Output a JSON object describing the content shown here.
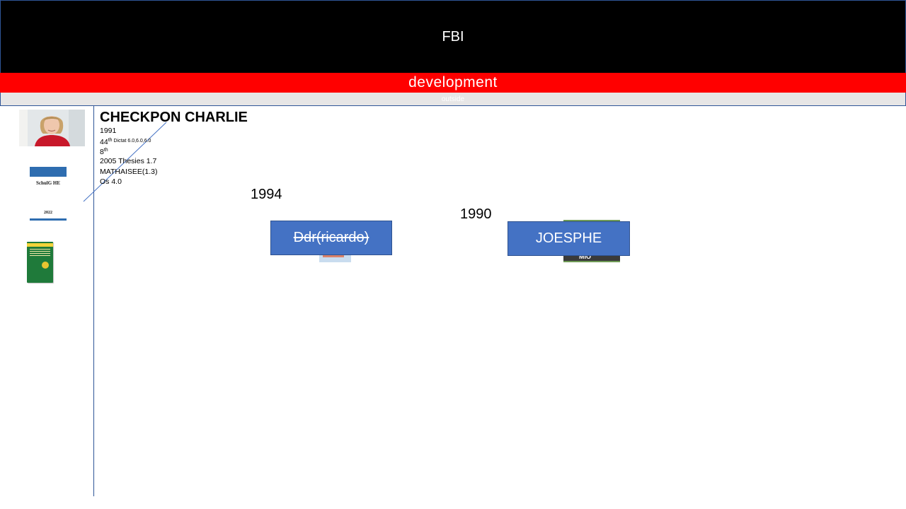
{
  "header": {
    "title": "FBI",
    "subtitle": "development",
    "sub_band": "outside"
  },
  "colors": {
    "title_band": "#000000",
    "subtitle_band": "#ff0000",
    "sub_band": "#e7e6e6",
    "box_fill": "#4472c4",
    "accent_line": "#2f5597"
  },
  "sidebar": {
    "images": [
      {
        "name": "portrait-photo"
      },
      {
        "name": "book-cover-schulg-he",
        "title": "SchulG HE",
        "year": "2022"
      },
      {
        "name": "book-cover-green"
      }
    ]
  },
  "content": {
    "heading": "CHECKPON CHARLIE",
    "lines": {
      "year": "1991",
      "line2_main": "44",
      "line2_sup": "th",
      "line2_small": "Dictat 6.0,6.0,6.0",
      "line3_main": "8",
      "line3_sup": "th",
      "line4": "2005 Thesies 1.7",
      "line5": "MATHAISEE(1.3)",
      "line6": "Os 4.0"
    }
  },
  "timeline": {
    "year_left": "1994",
    "year_right": "1990",
    "box_left": "Ddr(ricardo)",
    "box_right": "JOESPHE",
    "thumb_right_label": "MIO"
  }
}
